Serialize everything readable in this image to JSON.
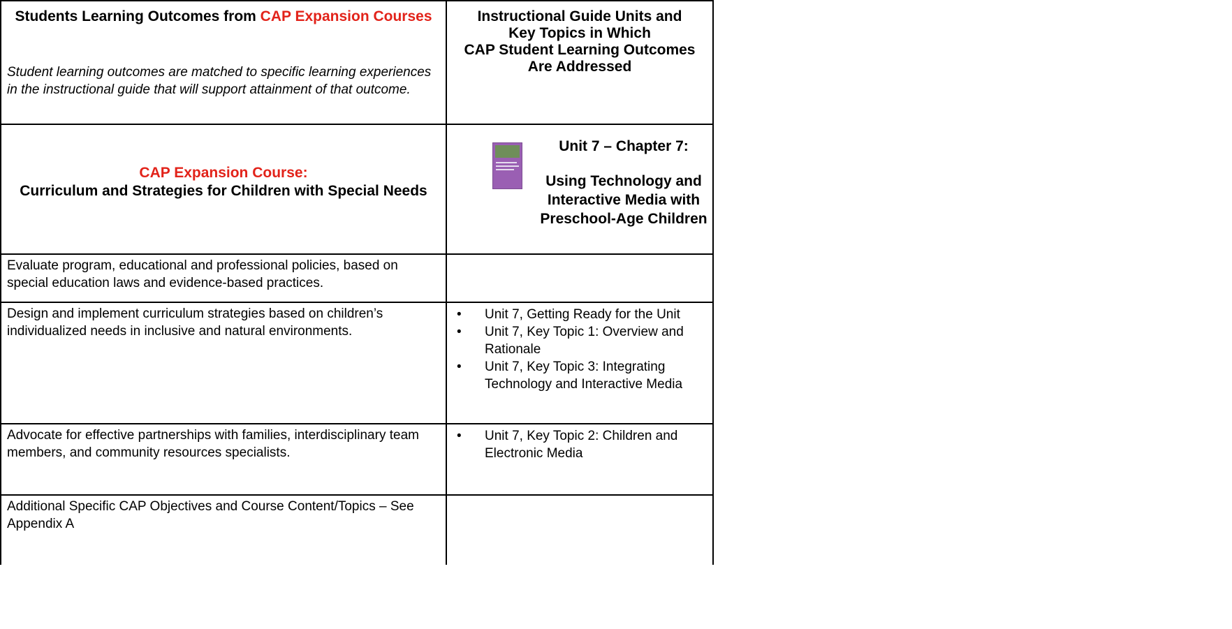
{
  "header": {
    "left_title_prefix": "Students Learning Outcomes from ",
    "left_title_highlight": "CAP Expansion Courses",
    "left_subtitle": "Student learning outcomes are matched to specific learning experiences in the instructional guide that will support attainment of that outcome.",
    "right_title": [
      "Instructional Guide Units and",
      "Key Topics in Which",
      "CAP Student Learning Outcomes",
      "Are Addressed"
    ]
  },
  "course": {
    "label": "CAP Expansion Course:",
    "name": "Curriculum and Strategies for Children with Special Needs"
  },
  "unit": {
    "title": "Unit 7 – Chapter 7:",
    "subtitle": [
      "Using Technology and",
      "Interactive Media with",
      "Preschool-Age Children"
    ]
  },
  "rows": [
    {
      "outcome": "Evaluate program, educational and professional policies, based on special education laws and evidence-based practices.",
      "topics": []
    },
    {
      "outcome": "Design and implement curriculum strategies based on children’s individualized needs in inclusive and natural environments.",
      "topics": [
        "Unit 7, Getting Ready for the Unit",
        "Unit 7, Key Topic 1: Overview and Rationale",
        "Unit 7, Key Topic 3: Integrating Technology and Interactive Media"
      ]
    },
    {
      "outcome": "Advocate for effective partnerships with families, interdisciplinary team members, and community resources specialists.",
      "topics": [
        "Unit 7, Key Topic 2: Children and Electronic Media"
      ]
    },
    {
      "outcome": "Additional Specific CAP Objectives and Course Content/Topics – See Appendix A",
      "topics": []
    }
  ],
  "colors": {
    "accent_red": "#e2231a",
    "book_cover": "#9a5fb3"
  }
}
